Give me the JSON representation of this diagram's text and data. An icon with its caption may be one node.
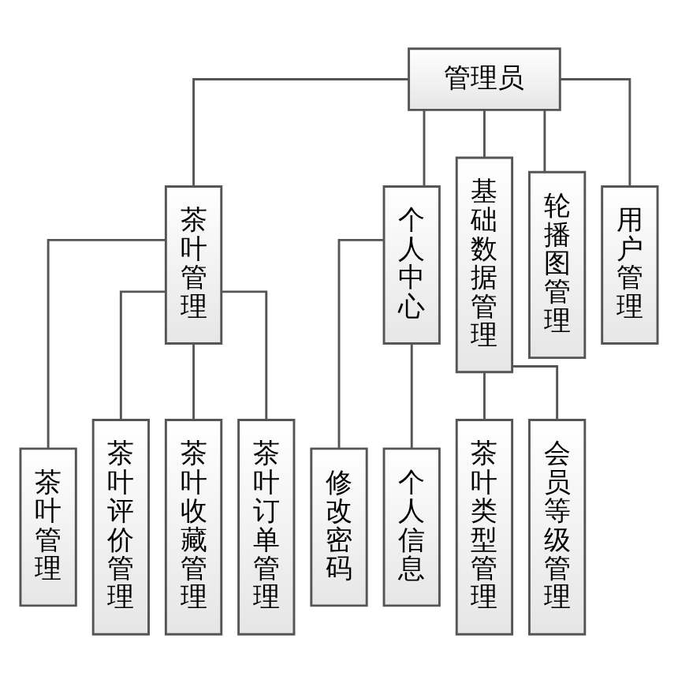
{
  "diagram": {
    "nodes": [
      {
        "text": [
          "管理员"
        ]
      },
      {
        "text": [
          "茶叶管理"
        ]
      },
      {
        "text": [
          "个人中心"
        ]
      },
      {
        "text": [
          "基础数据管理"
        ]
      },
      {
        "text": [
          "轮播图管理"
        ]
      },
      {
        "text": [
          "用户管理"
        ]
      },
      {
        "text": [
          "茶叶管理"
        ]
      },
      {
        "text": [
          "茶叶评价管理"
        ]
      },
      {
        "text": [
          "茶叶收藏管理"
        ]
      },
      {
        "text": [
          "茶叶订单管理"
        ]
      },
      {
        "text": [
          "修改密码"
        ]
      },
      {
        "text": [
          "个人信息"
        ]
      },
      {
        "text": [
          "茶叶类型管理"
        ]
      },
      {
        "text": [
          "会员等级管理"
        ]
      }
    ],
    "edges": [
      {
        "from": 0,
        "to": 1,
        "arrow": "none"
      },
      {
        "from": 0,
        "to": 2,
        "arrow": "none"
      },
      {
        "from": 0,
        "to": 3,
        "arrow": "none"
      },
      {
        "from": 0,
        "to": 4,
        "arrow": "none"
      },
      {
        "from": 0,
        "to": 5,
        "arrow": "none"
      },
      {
        "from": 1,
        "to": 6,
        "arrow": "none"
      },
      {
        "from": 1,
        "to": 7,
        "arrow": "none"
      },
      {
        "from": 1,
        "to": 8,
        "arrow": "none"
      },
      {
        "from": 1,
        "to": 9,
        "arrow": "none"
      },
      {
        "from": 2,
        "to": 10,
        "arrow": "none"
      },
      {
        "from": 2,
        "to": 11,
        "arrow": "none"
      },
      {
        "from": 3,
        "to": 12,
        "arrow": "none"
      },
      {
        "from": 3,
        "to": 13,
        "arrow": "none"
      }
    ]
  }
}
